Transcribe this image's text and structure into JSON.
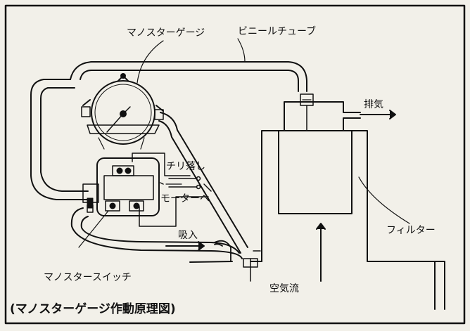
{
  "labels": {
    "manostar_gauge": "マノスターゲージ",
    "vinyl_tube": "ビニールチューブ",
    "exhaust": "排気",
    "dust_drop": "チリ落し",
    "to_motor": "モーターへ",
    "intake": "吸入",
    "filter": "フィルター",
    "manostar_switch": "マノスタースイッチ",
    "airflow": "空気流"
  },
  "caption": "(マノスターゲージ作動原理図)",
  "colors": {
    "ink": "#111111",
    "paper": "#f2f0e9"
  }
}
